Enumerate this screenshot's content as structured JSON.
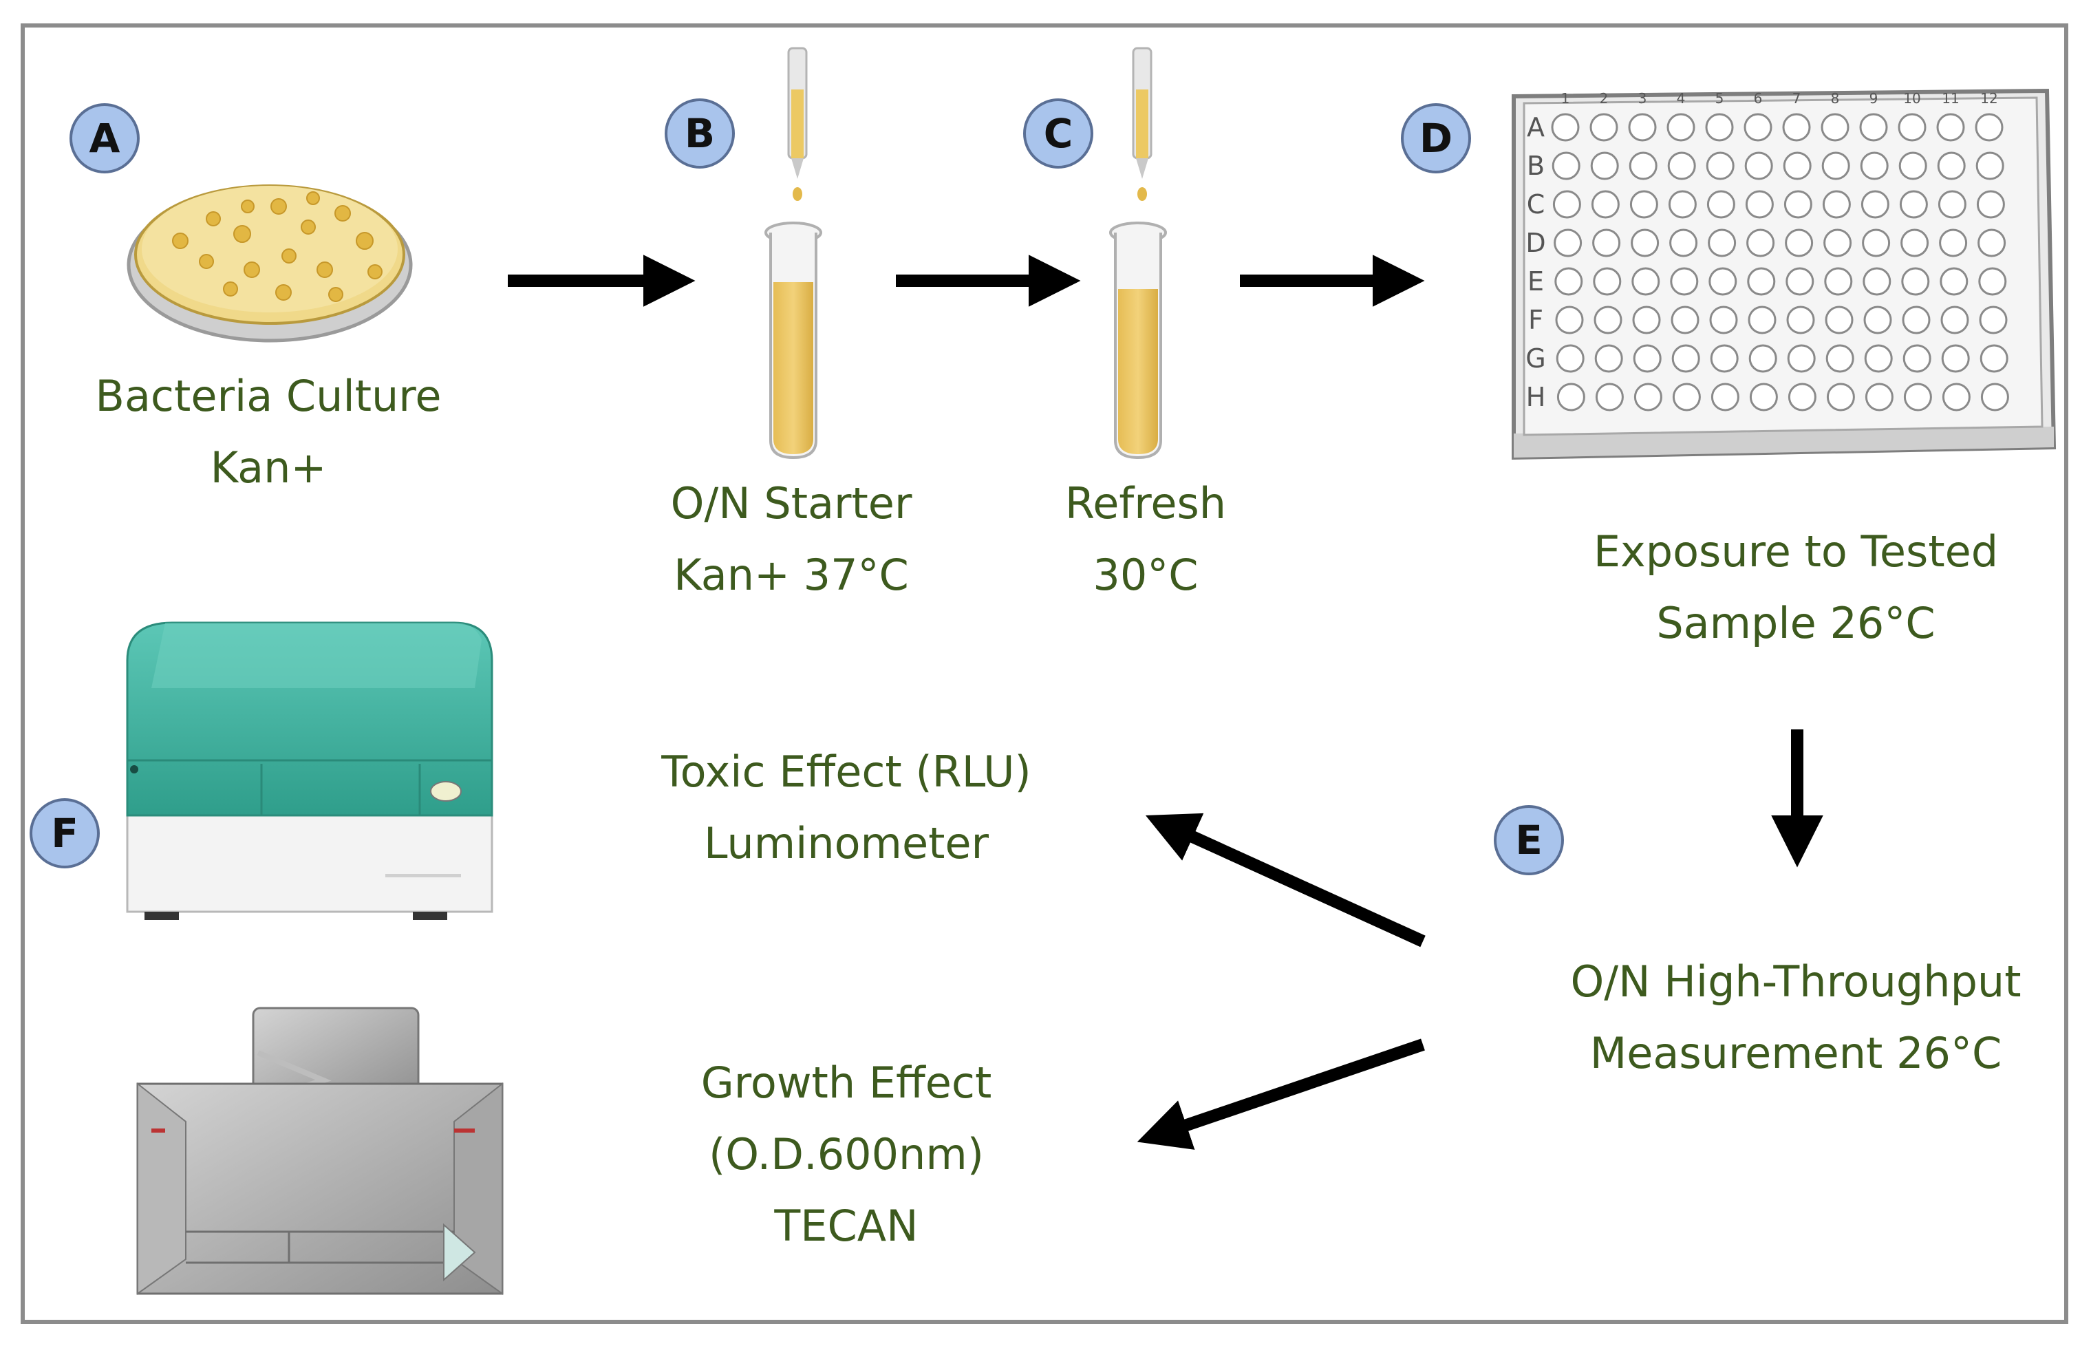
{
  "steps": {
    "a": {
      "badge": "A",
      "line1": "Bacteria Culture",
      "line2": "Kan+"
    },
    "b": {
      "badge": "B",
      "line1": "O/N  Starter",
      "line2": "Kan+ 37°C"
    },
    "c": {
      "badge": "C",
      "line1": "Refresh",
      "line2": "30°C"
    },
    "d": {
      "badge": "D",
      "line1": "Exposure to Tested",
      "line2": "Sample 26°C"
    },
    "e": {
      "badge": "E",
      "line1": "O/N High-Throughput",
      "line2": "Measurement 26°C"
    },
    "f": {
      "badge": "F"
    }
  },
  "outputs": {
    "toxic": {
      "line1": "Toxic Effect (RLU)",
      "line2": "Luminometer"
    },
    "growth": {
      "line1": "Growth Effect",
      "line2": "(O.D.600nm)",
      "line3": "TECAN"
    }
  },
  "plate": {
    "rows": [
      "A",
      "B",
      "C",
      "D",
      "E",
      "F",
      "G",
      "H"
    ],
    "cols": [
      "1",
      "2",
      "3",
      "4",
      "5",
      "6",
      "7",
      "8",
      "9",
      "10",
      "11",
      "12"
    ]
  },
  "colors": {
    "label_text": "#3d5a1e",
    "badge_fill": "#a9c4ec",
    "culture": "#e8c866",
    "luminometer_teal": "#3fb39f",
    "tecan_grey": "#9c9c9c",
    "frame": "#8c8c8c"
  }
}
